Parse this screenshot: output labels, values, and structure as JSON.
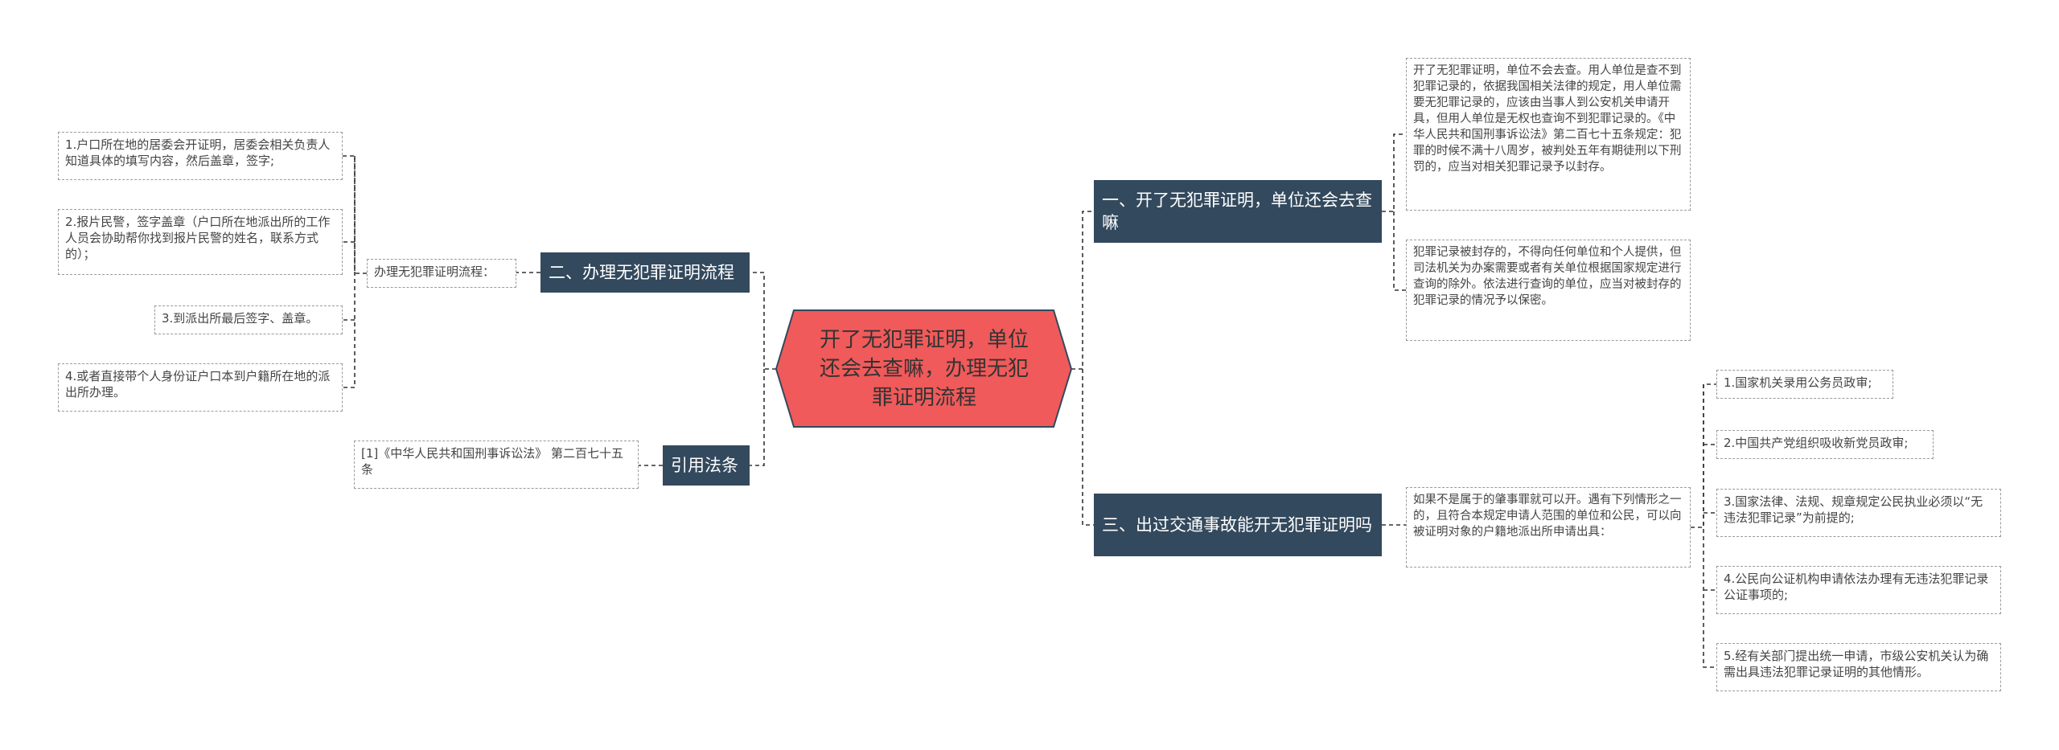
{
  "mindmap": {
    "center": "开了无犯罪证明，单位还会去查嘛，办理无犯罪证明流程",
    "right": [
      {
        "title": "一、开了无犯罪证明，单位还会去查嘛",
        "children": [
          "开了无犯罪证明，单位不会去查。用人单位是查不到犯罪记录的，依据我国相关法律的规定，用人单位需要无犯罪记录的，应该由当事人到公安机关申请开具，但用人单位是无权也查询不到犯罪记录的。《中华人民共和国刑事诉讼法》第二百七十五条规定：犯罪的时候不满十八周岁，被判处五年有期徒刑以下刑罚的，应当对相关犯罪记录予以封存。",
          "犯罪记录被封存的，不得向任何单位和个人提供，但司法机关为办案需要或者有关单位根据国家规定进行查询的除外。依法进行查询的单位，应当对被封存的犯罪记录的情况予以保密。"
        ]
      },
      {
        "title": "三、出过交通事故能开无犯罪证明吗",
        "children": [
          "如果不是属于的肇事罪就可以开。遇有下列情形之一的，且符合本规定申请人范围的单位和公民，可以向被证明对象的户籍地派出所申请出具："
        ],
        "subchildren": [
          "1.国家机关录用公务员政审;",
          "2.中国共产党组织吸收新党员政审;",
          "3.国家法律、法规、规章规定公民执业必须以“无违法犯罪记录”为前提的;",
          "4.公民向公证机构申请依法办理有无违法犯罪记录公证事项的;",
          "5.经有关部门提出统一申请，市级公安机关认为确需出具违法犯罪记录证明的其他情形。"
        ]
      }
    ],
    "left": [
      {
        "title": "二、办理无犯罪证明流程",
        "children": [
          "办理无犯罪证明流程："
        ],
        "subchildren": [
          "1.户口所在地的居委会开证明，居委会相关负责人知道具体的填写内容，然后盖章，签字;",
          "2.报片民警，签字盖章（户口所在地派出所的工作人员会协助帮你找到报片民警的姓名，联系方式的）；",
          "3.到派出所最后签字、盖章。",
          "4.或者直接带个人身份证户口本到户籍所在地的派出所办理。"
        ]
      },
      {
        "title": "引用法条",
        "children": [
          "[1]《中华人民共和国刑事诉讼法》 第二百七十五条"
        ]
      }
    ]
  },
  "colors": {
    "center_fill": "#f05a5a",
    "center_stroke": "#33495d",
    "branch_fill": "#33495d",
    "leaf_border": "#9a9a9a",
    "line": "#333333"
  }
}
